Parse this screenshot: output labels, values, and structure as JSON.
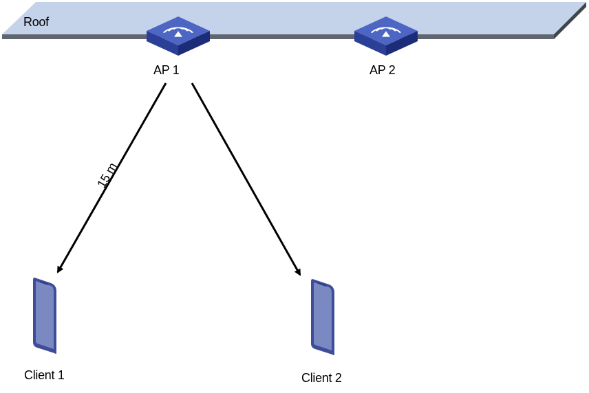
{
  "roof": {
    "label": "Roof"
  },
  "access_points": [
    {
      "label": "AP 1",
      "icon": "wireless-access-point-icon"
    },
    {
      "label": "AP 2",
      "icon": "wireless-access-point-icon"
    }
  ],
  "clients": [
    {
      "label": "Client 1",
      "icon": "smartphone-icon"
    },
    {
      "label": "Client 2",
      "icon": "smartphone-icon"
    }
  ],
  "links": [
    {
      "from": "AP 1",
      "to": "Client 1",
      "label": "15 m"
    },
    {
      "from": "AP 1",
      "to": "Client 2",
      "label": ""
    }
  ],
  "colors": {
    "roof_fill": "#c5d3ea",
    "roof_edge": "#5f6670",
    "device_top": "#4d66c4",
    "device_side": "#2c3f96",
    "device_dark": "#1d2c78",
    "phone_face": "#7b89c2",
    "phone_edge": "#3e4c9a",
    "arrow": "#000000"
  }
}
